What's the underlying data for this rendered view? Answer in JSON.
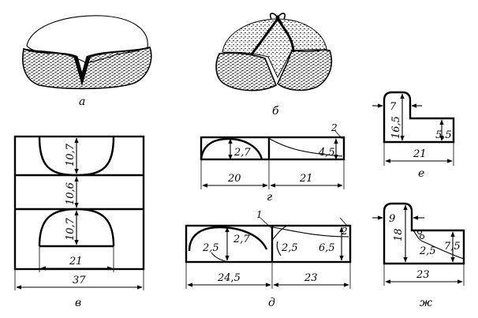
{
  "figure": {
    "panels": {
      "a": {
        "caption": "а"
      },
      "b": {
        "caption": "б"
      },
      "v": {
        "caption": "в",
        "dims": {
          "h_top": "10,7",
          "h_mid": "10,6",
          "h_bot": "10,7",
          "w_inner": "21",
          "w_total": "37"
        }
      },
      "g": {
        "caption": "г",
        "callout": "2",
        "dims": {
          "h_left": "2,7",
          "h_right": "4,5",
          "w_left": "20",
          "w_right": "21"
        }
      },
      "d": {
        "caption": "д",
        "callouts": {
          "c1": "1",
          "c2": "2"
        },
        "dims": {
          "h_left": "2,7",
          "r_left": "2,5",
          "r_mid": "2,5",
          "h_right": "6,5",
          "w_left": "24,5",
          "w_right": "23"
        }
      },
      "e": {
        "caption": "е",
        "dims": {
          "w_top": "7",
          "h": "16,5",
          "h_tab": "5,5",
          "w_total": "21"
        }
      },
      "zh": {
        "caption": "ж",
        "dims": {
          "w_top": "9",
          "h": "18",
          "r": "2,5",
          "h_tab": "7,5",
          "w_total": "23"
        }
      }
    }
  }
}
